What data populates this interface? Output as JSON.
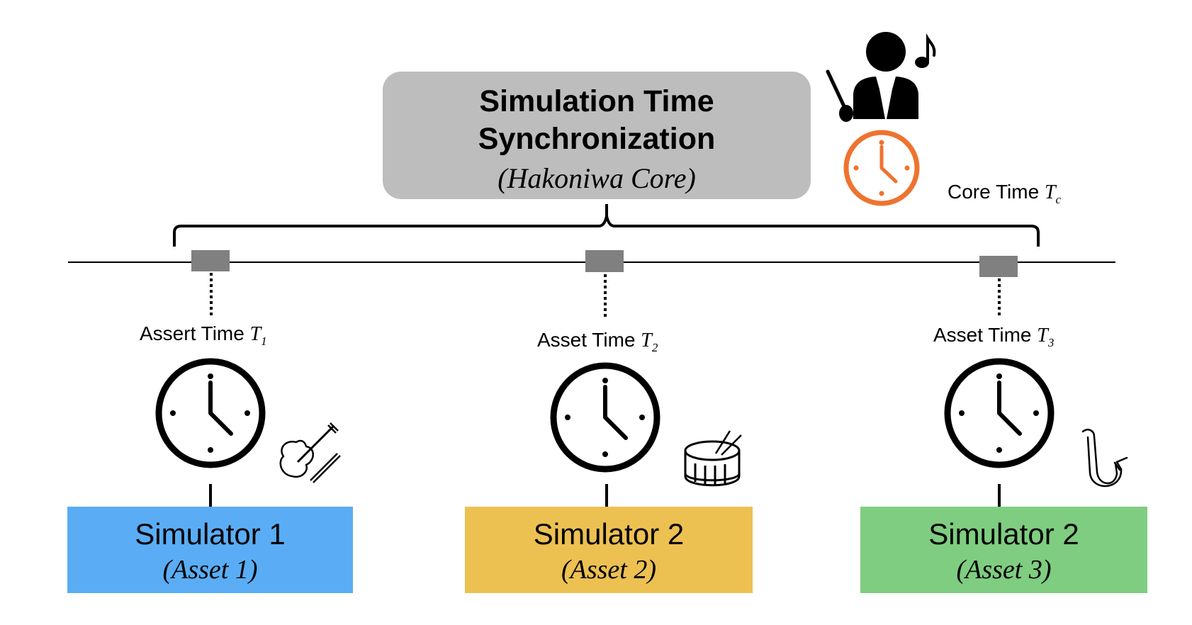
{
  "core": {
    "title_line1": "Simulation Time",
    "title_line2": "Synchronization",
    "subtitle": "(Hakoniwa Core)",
    "time_label": "Core Time",
    "time_symbol": "T",
    "time_subscript": "c"
  },
  "assets": [
    {
      "time_label": "Assert Time",
      "time_symbol": "T",
      "time_subscript": "1",
      "simulator": "Simulator 1",
      "asset": "(Asset 1)",
      "color": "#5aadf5",
      "instrument": "violin-icon"
    },
    {
      "time_label": "Asset Time",
      "time_symbol": "T",
      "time_subscript": "2",
      "simulator": "Simulator 2",
      "asset": "(Asset 2)",
      "color": "#ecc152",
      "instrument": "drum-icon"
    },
    {
      "time_label": "Asset Time",
      "time_symbol": "T",
      "time_subscript": "3",
      "simulator": "Simulator 2",
      "asset": "(Asset 3)",
      "color": "#7fcd80",
      "instrument": "saxophone-icon"
    }
  ],
  "colors": {
    "core_box": "#bdbdbd",
    "core_clock": "#ee7330",
    "marker": "#808080"
  }
}
